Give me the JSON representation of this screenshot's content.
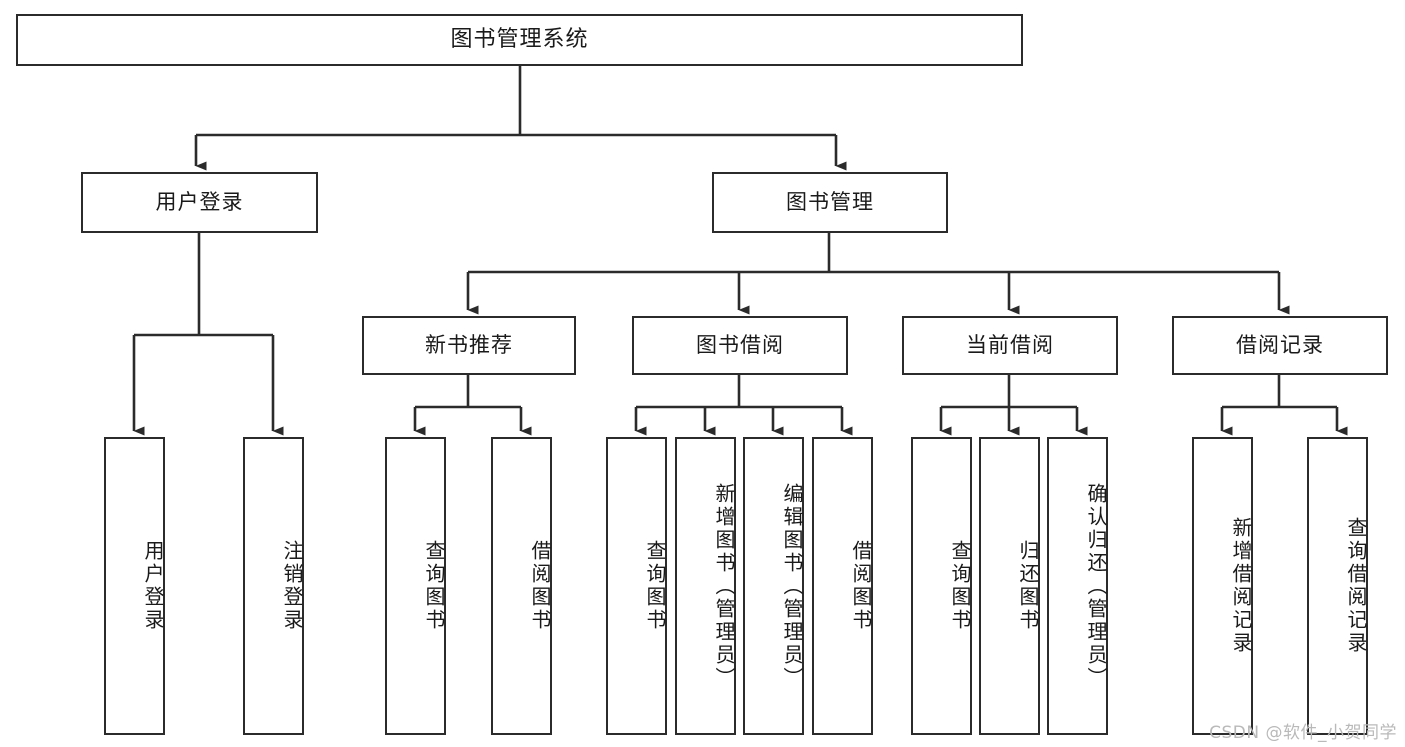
{
  "diagram": {
    "title": "图书管理系统",
    "type": "hierarchy-tree",
    "watermark": "CSDN @软件_小贺同学",
    "colors": {
      "stroke": "#2b2b2b",
      "fill": "#ffffff",
      "text": "#1a1a1a",
      "watermark": "#b9b9b9"
    },
    "root": {
      "label": "图书管理系统"
    },
    "level2": [
      {
        "label": "用户登录"
      },
      {
        "label": "图书管理"
      }
    ],
    "level3": [
      {
        "label": "新书推荐"
      },
      {
        "label": "图书借阅"
      },
      {
        "label": "当前借阅"
      },
      {
        "label": "借阅记录"
      }
    ],
    "leaves": {
      "user_login": [
        {
          "label": "用户登录"
        },
        {
          "label": "注销登录"
        }
      ],
      "new_book_rec": [
        {
          "label": "查询图书"
        },
        {
          "label": "借阅图书"
        }
      ],
      "book_borrow": [
        {
          "label": "查询图书"
        },
        {
          "label": "新增图书（管理员）"
        },
        {
          "label": "编辑图书（管理员）"
        },
        {
          "label": "借阅图书"
        }
      ],
      "current_borrow": [
        {
          "label": "查询图书"
        },
        {
          "label": "归还图书"
        },
        {
          "label": "确认归还（管理员）"
        }
      ],
      "borrow_record": [
        {
          "label": "新增借阅记录"
        },
        {
          "label": "查询借阅记录"
        }
      ]
    }
  }
}
